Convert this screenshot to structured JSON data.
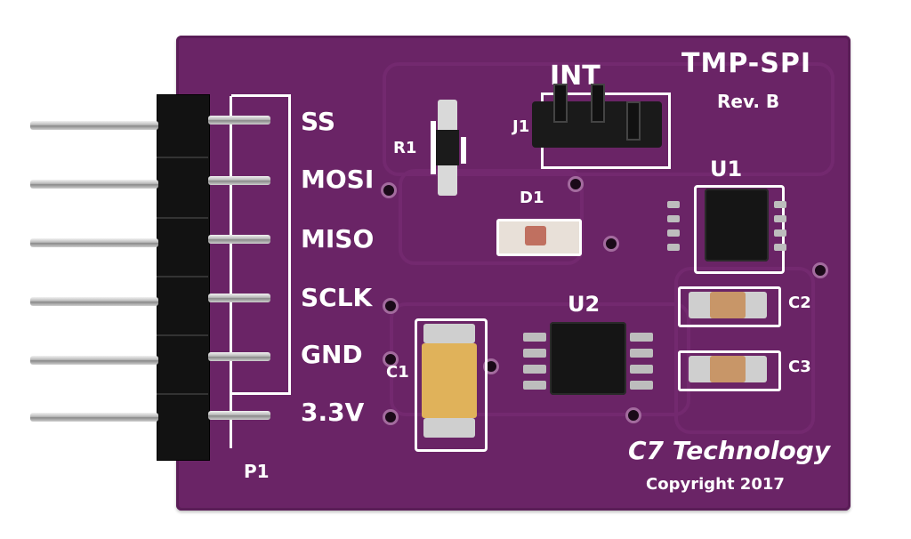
{
  "board": {
    "title": "TMP-SPI",
    "revision": "Rev. B",
    "manufacturer": "C7 Technology",
    "copyright": "Copyright 2017",
    "connector_label": "P1",
    "pins": [
      "SS",
      "MOSI",
      "MISO",
      "SCLK",
      "GND",
      "3.3V"
    ],
    "components": {
      "r1": "R1",
      "d1": "D1",
      "u1": "U1",
      "u2": "U2",
      "c1": "C1",
      "c2": "C2",
      "c3": "C3",
      "jumper_label": "INT",
      "jumper_ref": "J1"
    },
    "colors": {
      "pcb": "#6a2466",
      "silkscreen": "#ffffff",
      "tantalum_cap": "#e0b25a"
    }
  }
}
